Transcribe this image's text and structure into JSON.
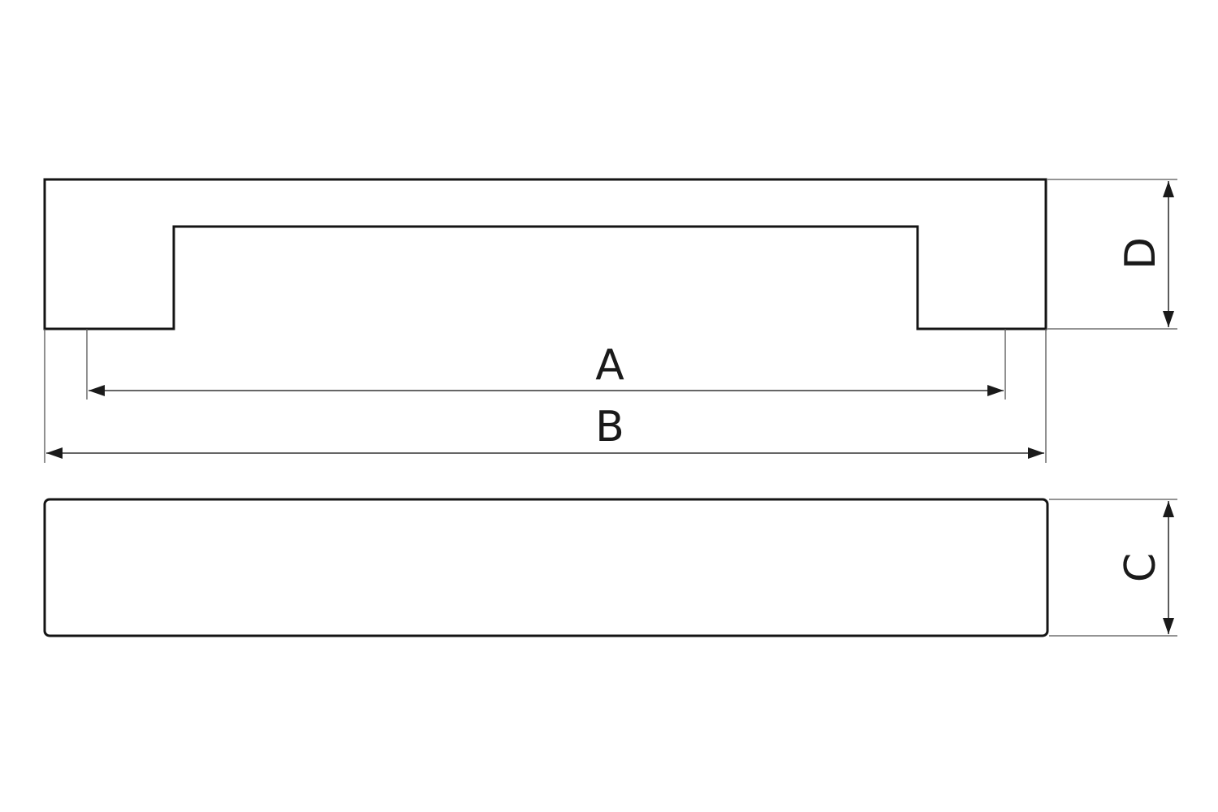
{
  "labels": {
    "a": "A",
    "b": "B",
    "c": "C",
    "d": "D"
  },
  "colors": {
    "outline": "#141414",
    "dimension_line": "#333333",
    "extension_line": "#555555",
    "background": "#ffffff"
  }
}
